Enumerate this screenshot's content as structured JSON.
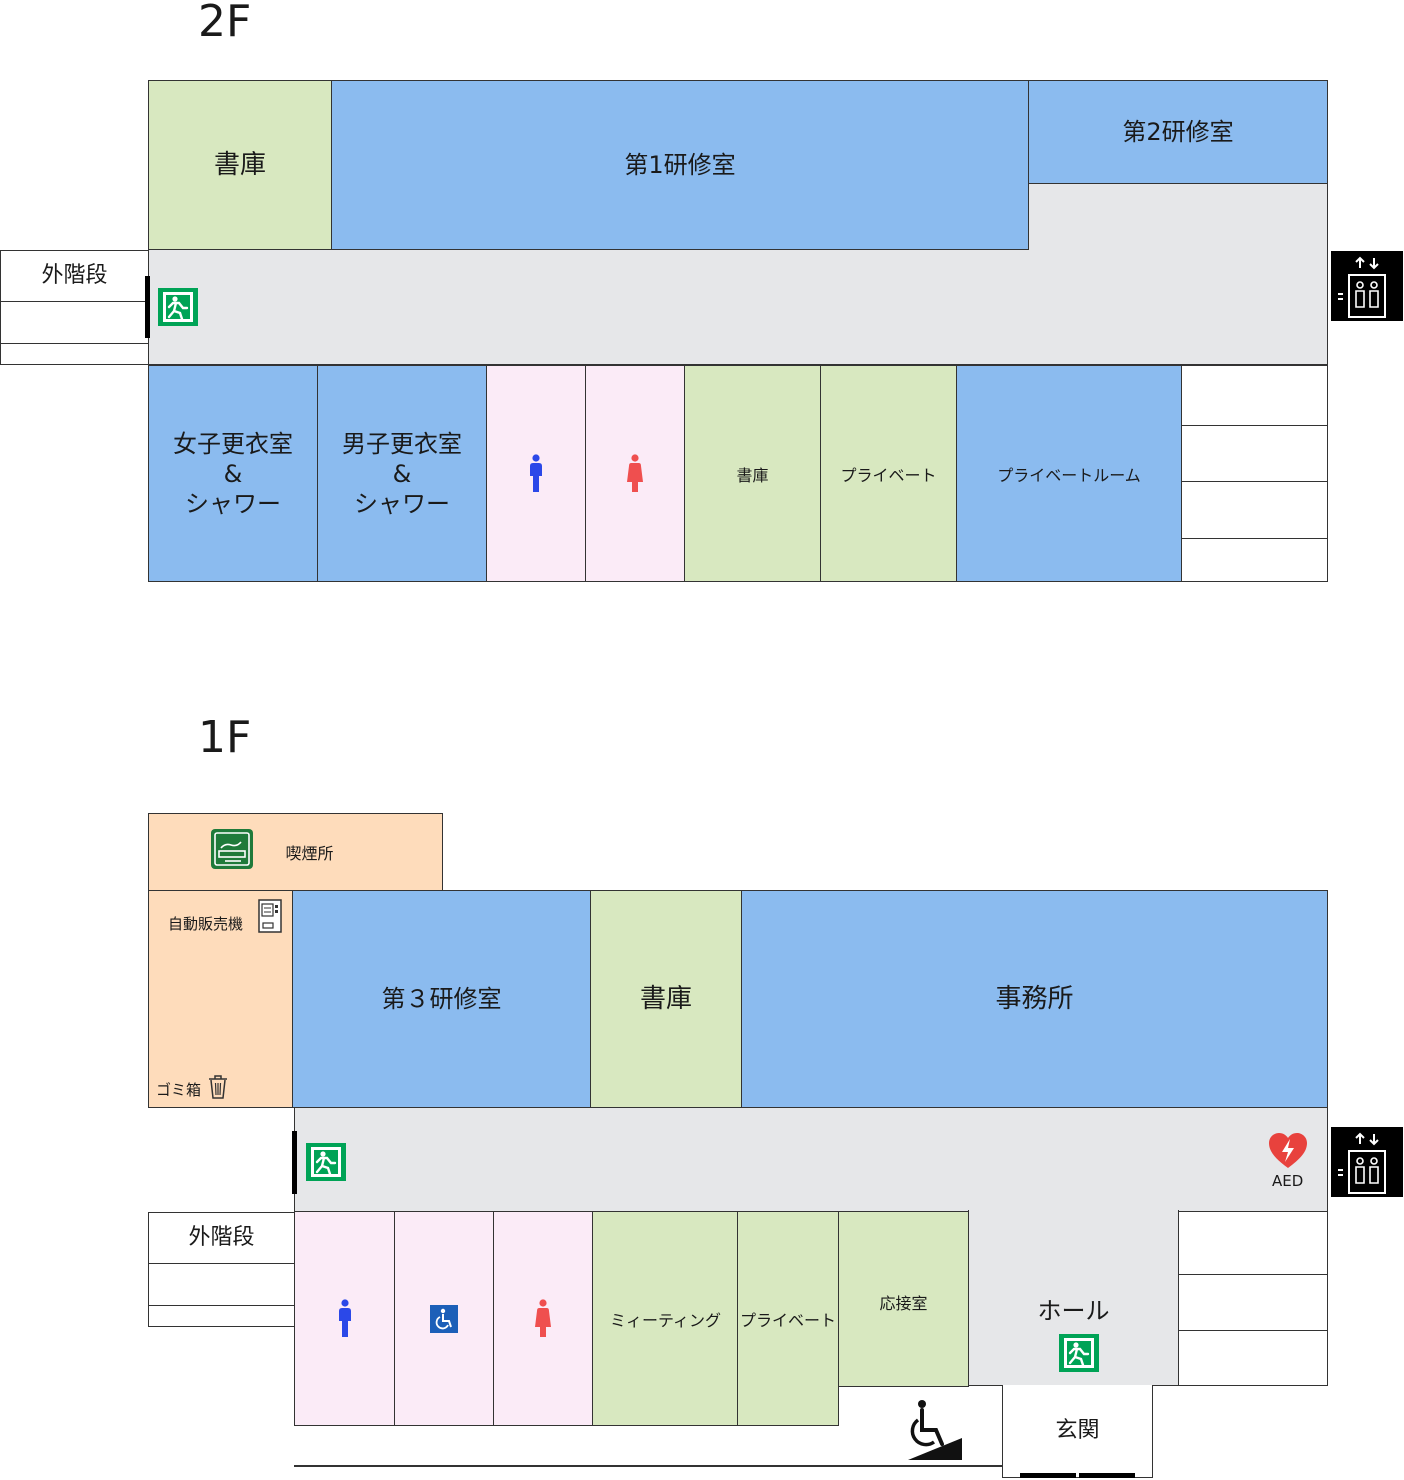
{
  "floor2": {
    "title": "2F",
    "rooms": {
      "archive_top": "書庫",
      "training1": "第1研修室",
      "training2": "第2研修室",
      "outer_stairs": "外階段",
      "women_locker": [
        "女子更衣室",
        "&",
        "シャワー"
      ],
      "men_locker": [
        "男子更衣室",
        "&",
        "シャワー"
      ],
      "archive_small": "書庫",
      "private": "プライベート",
      "private_room": "プライベートルーム"
    }
  },
  "floor1": {
    "title": "1F",
    "rooms": {
      "smoking": "喫煙所",
      "vending": "自動販売機",
      "trash": "ゴミ箱",
      "training3": "第３研修室",
      "archive": "書庫",
      "office": "事務所",
      "outer_stairs": "外階段",
      "meeting": "ミィーティング",
      "private": "プライベート",
      "reception": "応接室",
      "hall": "ホール",
      "entrance": "玄関"
    },
    "aed_label": "AED"
  },
  "colors": {
    "room_blue": "#8bbbef",
    "room_green": "#d8e8c0",
    "restroom_pink": "#fbebf7",
    "corridor_gray": "#e6e7e9",
    "outdoor_orange": "#fedcbb",
    "exit_green": "#00a356",
    "male_blue": "#2b48e8",
    "female_red": "#ef4f4f",
    "aed_red": "#e8423d"
  },
  "icons": [
    "emergency-exit-icon",
    "elevator-icon",
    "male-restroom-icon",
    "female-restroom-icon",
    "accessible-restroom-icon",
    "smoking-area-icon",
    "vending-machine-icon",
    "trash-can-icon",
    "aed-icon",
    "wheelchair-ramp-icon"
  ]
}
